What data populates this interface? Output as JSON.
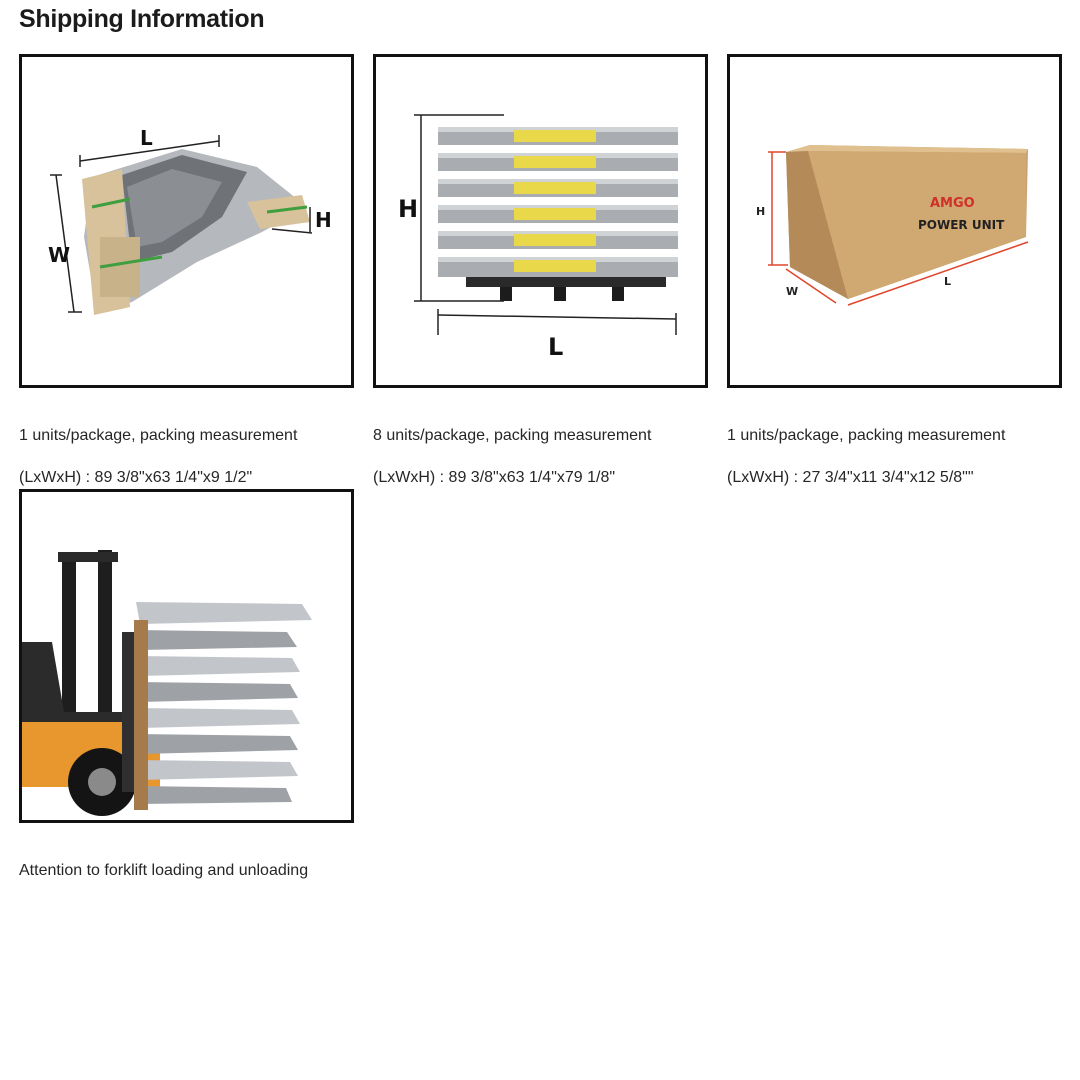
{
  "page": {
    "title": "Shipping Information"
  },
  "cards": [
    {
      "image_icon": "bundled-ramp-single-package-image",
      "dimension_labels": {
        "length": "L",
        "width": "W",
        "height": "H"
      },
      "caption_line1": "1 units/package, packing measurement",
      "caption_line2": "(LxWxH) : 89 3/8\"x63 1/4\"x9 1/2\""
    },
    {
      "image_icon": "stacked-pallet-image",
      "dimension_labels": {
        "height": "H",
        "length": "L"
      },
      "caption_line1": "8 units/package, packing measurement",
      "caption_line2": "(LxWxH) : 89 3/8\"x63 1/4\"x79 1/8\""
    },
    {
      "image_icon": "cardboard-box-image",
      "dimension_labels": {
        "height": "H",
        "width": "W",
        "length": "L"
      },
      "box_brand": "AMGO",
      "box_label": "POWER UNIT",
      "caption_line1": "1 units/package, packing measurement",
      "caption_line2": "(LxWxH) : 27 3/4\"x11 3/4\"x12 5/8\"\""
    },
    {
      "image_icon": "forklift-loading-image",
      "caption_line1": "Attention to forklift loading and unloading"
    }
  ],
  "colors": {
    "border": "#111111",
    "dimension_red": "#e0452b",
    "cardboard": "#c9a06b",
    "wrap_silver": "#a9adb2",
    "forklift_orange": "#e8962e"
  }
}
